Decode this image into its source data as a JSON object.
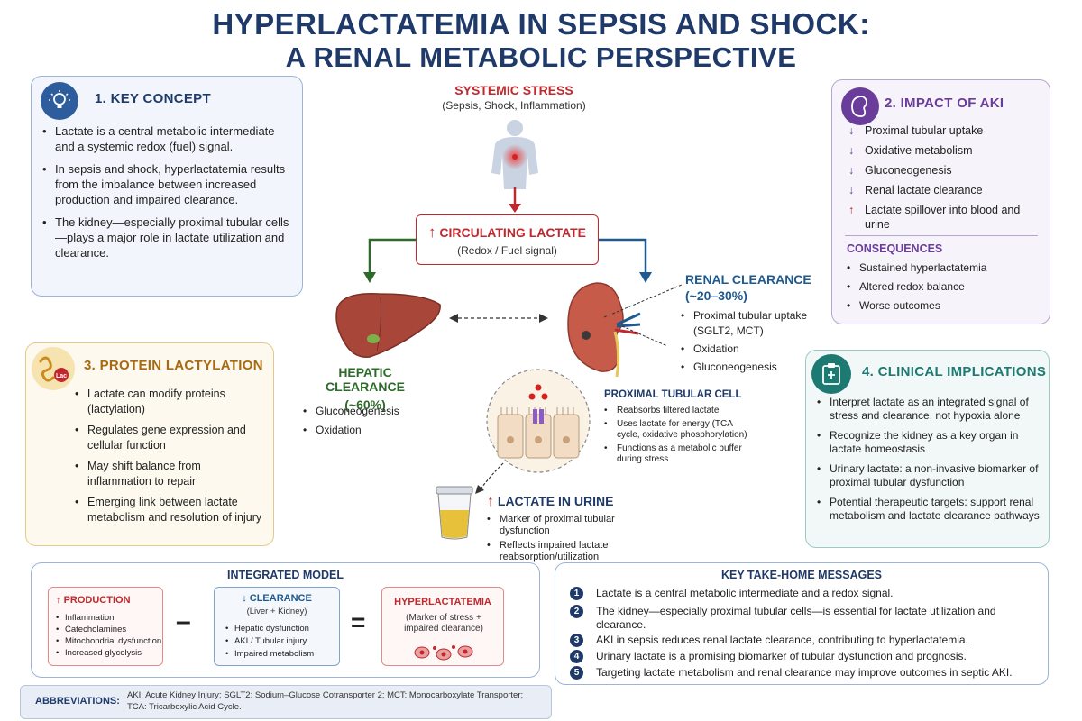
{
  "title": {
    "line1": "HYPERLACTATEMIA IN SEPSIS AND SHOCK:",
    "line2": "A RENAL METABOLIC PERSPECTIVE"
  },
  "key_concept": {
    "heading": "1. KEY CONCEPT",
    "icon": "lightbulb-icon",
    "bullets": [
      "Lactate is a central metabolic intermediate and a systemic redox (fuel) signal.",
      "In sepsis and shock, hyperlactatemia results from the imbalance between increased production and impaired clearance.",
      "The kidney—especially proximal tubular cells—plays a major role in lactate utilization and clearance."
    ]
  },
  "systemic": {
    "heading": "SYSTEMIC STRESS",
    "sub": "(Sepsis, Shock, Inflammation)"
  },
  "circulating": {
    "heading": "CIRCULATING LACTATE",
    "sub": "(Redox / Fuel signal)",
    "arrow": "↑"
  },
  "hepatic": {
    "heading": "HEPATIC CLEARANCE",
    "pct": "(~60%)",
    "items": [
      "Gluconeogenesis",
      "Oxidation"
    ]
  },
  "renal": {
    "heading": "RENAL CLEARANCE",
    "pct": "(~20–30%)",
    "items": [
      "Proximal tubular uptake (SGLT2, MCT)",
      "Oxidation",
      "Gluconeogenesis"
    ]
  },
  "ptc": {
    "heading": "PROXIMAL TUBULAR CELL",
    "items": [
      "Reabsorbs filtered lactate",
      "Uses lactate for energy (TCA cycle, oxidative phosphorylation)",
      "Functions as a metabolic buffer during stress"
    ]
  },
  "urine": {
    "heading": "LACTATE IN URINE",
    "arrow": "↑",
    "items": [
      "Marker of proximal tubular dysfunction",
      "Reflects impaired lactate reabsorption/utilization"
    ]
  },
  "aki": {
    "heading": "2. IMPACT OF AKI",
    "icon": "kidney-icon",
    "items": [
      {
        "arrow": "↓",
        "text": "Proximal tubular uptake"
      },
      {
        "arrow": "↓",
        "text": "Oxidative metabolism"
      },
      {
        "arrow": "↓",
        "text": "Gluconeogenesis"
      },
      {
        "arrow": "↓",
        "text": "Renal lactate clearance"
      },
      {
        "arrow": "↑",
        "text": "Lactate spillover into blood and urine"
      }
    ],
    "consequences_heading": "CONSEQUENCES",
    "consequences": [
      "Sustained hyperlactatemia",
      "Altered redox balance",
      "Worse outcomes"
    ]
  },
  "protein": {
    "heading": "3. PROTEIN LACTYLATION",
    "icon": "protein-icon",
    "icon_label": "Lac",
    "bullets": [
      "Lactate can modify proteins (lactylation)",
      "Regulates gene expression and cellular function",
      "May shift balance from inflammation to repair",
      "Emerging link between lactate metabolism and resolution of injury"
    ]
  },
  "clinical": {
    "heading": "4. CLINICAL IMPLICATIONS",
    "icon": "clipboard-icon",
    "bullets": [
      "Interpret lactate as an integrated signal of stress and clearance, not hypoxia alone",
      "Recognize the kidney as a key organ in lactate homeostasis",
      "Urinary lactate: a non-invasive biomarker of proximal tubular dysfunction",
      "Potential therapeutic targets: support renal metabolism and lactate clearance pathways"
    ]
  },
  "integrated": {
    "heading": "INTEGRATED MODEL",
    "production": {
      "arrow": "↑",
      "heading": "PRODUCTION",
      "items": [
        "Inflammation",
        "Catecholamines",
        "Mitochondrial dysfunction",
        "Increased glycolysis"
      ]
    },
    "minus": "–",
    "clearance": {
      "arrow": "↓",
      "heading": "CLEARANCE",
      "sub": "(Liver + Kidney)",
      "items": [
        "Hepatic dysfunction",
        "AKI / Tubular injury",
        "Impaired metabolism"
      ]
    },
    "equals": "=",
    "result": {
      "heading": "HYPERLACTATEMIA",
      "sub": "(Marker of stress + impaired clearance)"
    }
  },
  "takehome": {
    "heading": "KEY TAKE-HOME MESSAGES",
    "items": [
      {
        "n": "1",
        "text": "Lactate is a central metabolic intermediate and a redox signal."
      },
      {
        "n": "2",
        "text": "The kidney—especially proximal tubular cells—is essential for lactate utilization and clearance."
      },
      {
        "n": "3",
        "text": "AKI in sepsis reduces renal lactate clearance, contributing to hyperlactatemia."
      },
      {
        "n": "4",
        "text": "Urinary lactate is a promising biomarker of tubular dysfunction and prognosis."
      },
      {
        "n": "5",
        "text": "Targeting lactate metabolism and renal clearance may improve outcomes in septic AKI."
      }
    ]
  },
  "abbr": {
    "label": "ABBREVIATIONS:",
    "line1": "AKI: Acute Kidney Injury; SGLT2: Sodium–Glucose Cotransporter 2; MCT: Monocarboxylate Transporter;",
    "line2": "TCA: Tricarboxylic Acid Cycle."
  },
  "colors": {
    "navy": "#1f3a68",
    "red": "#c0282d",
    "green": "#2e6b2a",
    "blue": "#1e5a8f",
    "purple": "#6a3d9a",
    "gold": "#a86a10",
    "teal": "#1d7a73"
  }
}
